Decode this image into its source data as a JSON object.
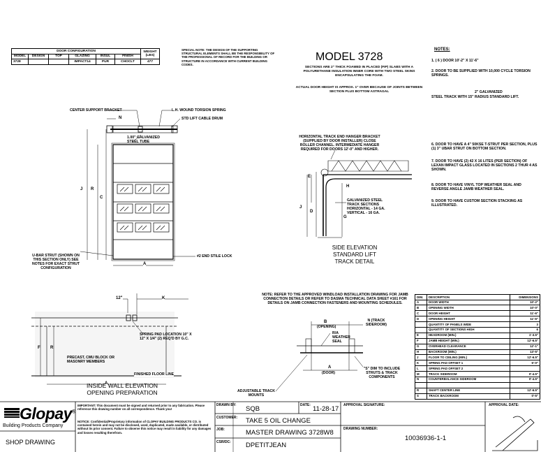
{
  "config": {
    "group_header": "DOOR CONFIGURATION",
    "headers": [
      "MODEL",
      "DESIGN",
      "TOP",
      "GLAZING",
      "INSUL",
      "FINISH",
      "WEIGHT (LBS)"
    ],
    "row": [
      "3728",
      "",
      "",
      "IMPACT14",
      "PUR",
      "CHOCLT",
      "477"
    ]
  },
  "special_note": "SPECIAL NOTE: THE DESIGN OF THE SUPPORTING STRUCTURAL ELEMENTS SHALL BE THE RESPONSIBILITY OF THE PROFESSIONAL OF RECORD FOR THE BUILDING OR STRUCTURE IN ACCORDANCE WITH CURRENT BUILDING CODES.",
  "model_title": "MODEL 3728",
  "model_desc": "SECTIONS ARE 2\" THICK FOAMED IN PLACED (FIP) SLABS WITH A POLYURETHANE INSULATION INNER CORE WITH TWO STEEL SKINS ENCAPSULATING THE FOAM.",
  "height_note": "ACTUAL DOOR HEIGHT IS APPROX. 1\" OVER BECAUSE OF JOINTS BETWEEN SECTION PLUS BOTTOM ASTRAGAL",
  "notes": {
    "title": "NOTES:",
    "items": [
      "1. ( 6 ) DOOR 10'-2\" X 11'-6\"",
      "2. DOOR TO BE SUPPLIED WITH 10,000 CYCLE TORSION SPRINGS.",
      "2\" GALVANIZED",
      "STEEL TRACK WITH 15\" RADIUS STANDARD LIFT.",
      "6. DOOR TO HAVE A 4\" 50KSE T-STRUT PER SECTION, PLUS (1) 3\" UBAR STRUT ON BOTTOM SECTION.",
      "7. DOOR TO HAVE (2) 42 X 16 LITES (PER SECTION) OF LEXAN IMPACT GLASS LOCATED IN SECTIONS 2 THUR 4 AS SHOWN.",
      "8. DOOR TO HAVE VINYL TOP WEATHER SEAL AND REVERSE ANGLE JAMB WEATHER SEAL.",
      "9. DOOR TO HAVE CUSTOM SECTION STACKING AS ILLUSTRATED."
    ]
  },
  "front": {
    "center_bracket": "CENTER SUPPORT BRACKET",
    "lh_spring": "L.H. WOUND TORSION SPRING",
    "cable_drum": "STD LIFT CABLE DRUM",
    "steel_tube": "1.00\" GALVANIZED STEEL TUBE",
    "ubar": "U-BAR STRUT (SHOWN ON THIS SECTION ONLY) SEE NOTES FOR EXACT STRUT CONFIGURATION",
    "end_stile": "#2 END STILE LOCK",
    "l_n": "N",
    "l_j": "J",
    "l_r": "R",
    "l_c": "C",
    "l_a": "A"
  },
  "side": {
    "bracket_note": "HORIZONTAL TRACK END HANGER BRACKET (SUPPLIED BY DOOR INSTALLER) CLOSE ROLLER CHANNEL. INTERMEDIATE HANGER REQUIRED FOR DOORS 12'-0\" AND HIGHER.",
    "track_note": "GALVANIZED STEEL TRACK SECTIONS HORIZONTAL - 14 GA. VERTICAL - 16 GA.",
    "caption1": "SIDE ELEVATION",
    "caption2": "STANDARD LIFT",
    "caption3": "TRACK DETAIL",
    "l_e": "E",
    "l_h": "H",
    "l_j": "J",
    "l_d": "D",
    "l_g": "G"
  },
  "wall": {
    "dim12": "12\"",
    "l_k": "K",
    "spring_pad": "SPRING PAD LOCATION 10\" X 12\" X 1/4\" (2) REQ'D BY G.C.",
    "block": "PRECAST, CMU BLOCK OR MASONRY MEMBERS",
    "floor": "FINISHED FLOOR LINE",
    "caption1": "INSIDE WALL ELEVATION",
    "caption2": "OPENING PREPARATION",
    "l_f": "F",
    "l_r": "R",
    "l_a": "A"
  },
  "plan": {
    "note": "NOTE: REFER TO THE APPROVED WINDLOAD INSTALLATION DRAWING FOR JAMB CONNECTION DETAILS OR REFER TO DASMA TECHNICAL DATA SHEET #161 FOR DETAILS ON JAMB CONNECTION FASTENERS AND MOUNTING SCHEDULES.",
    "l_b": "B",
    "opening": "(OPENING)",
    "n_track": "N (TRACK SIDEROOM)",
    "weather": "R/A WEATHER SEAL",
    "adjustable": "ADJUSTABLE TRACK MOUNTS",
    "l_a": "A",
    "door": "(DOOR)",
    "dim_s": "\"S\" DIM TO INCLUDE STRUTS & TRACK COMPONENTS"
  },
  "dimensions": {
    "headers": [
      "DIM.",
      "DESCRIPTION",
      "DIMENSIONS"
    ],
    "rows": [
      [
        "A",
        "DOOR WIDTH",
        "10'-2\""
      ],
      [
        "B",
        "OPENING WIDTH",
        "10'-0\""
      ],
      [
        "C",
        "DOOR HEIGHT",
        "11'-6\""
      ],
      [
        "D",
        "OPENING HEIGHT",
        "11'-6\""
      ],
      [
        "",
        "QUANTITY OF PANELS WIDE",
        "3"
      ],
      [
        "",
        "QUANTITY OF SECTIONS HIGH",
        "6"
      ],
      [
        "E",
        "HEADROOM (MIN.)",
        "1'-3.5\""
      ],
      [
        "F",
        "JAMB HEIGHT (MIN.)",
        "12'-6.5\""
      ],
      [
        "G",
        "OVERHEAD CLEARANCE",
        "12'-1\""
      ],
      [
        "H",
        "BACKROOM (MIN.)",
        "13'-5\""
      ],
      [
        "J",
        "FLOOR TO CEILING (MIN.)",
        "12'-6.5\""
      ],
      [
        "K",
        "SPRING PAD OFFSET 1",
        "5'-0\""
      ],
      [
        "L",
        "SPRING PAD OFFSET 2",
        ""
      ],
      [
        "M",
        "TRACK SIDEROOM",
        "0'-4.5\""
      ],
      [
        "N",
        "COUNTERBALANCE SIDEROOM",
        "0'-4.5\""
      ],
      [
        "",
        "",
        " "
      ],
      [
        "R",
        "SHAFT CENTER LINE",
        "12'-6.5\""
      ],
      [
        "S",
        "TRACK BACKROOM",
        "0'-5\""
      ]
    ]
  },
  "titleblock": {
    "logo": "Glopay",
    "reg": "®",
    "company": "Building Products Company",
    "shop": "SHOP DRAWING",
    "important": "IMPORTANT: This document must be signed and returned prior to any fabrication. Please reference this drawing number on all correspondence. Thank you!",
    "notice": "NOTICE: Confidential/Proprietary information of CLOPAY BUILDING PRODUCTS CO. is contained herein and may not be disclosed, used, duplicated, made available, or distributed without its prior consent. Failure to observe this notice may result in liability for any damages and losses resulting therefrom.",
    "drawn_by_label": "DRAWN BY:",
    "drawn_by": "SQB",
    "date_label": "DATE:",
    "date": "11-28-17",
    "customer_label": "CUSTOMER:",
    "customer": "TAKE 5 OIL CHANGE",
    "job_label": "JOB:",
    "job": "MASTER DRAWING 3728W8",
    "csr_label": "CSR/DC:",
    "csr": "DPETITJEAN",
    "approval_sig": "APPROVAL SIGNATURE:",
    "approval_date": "APPROVAL DATE:",
    "drawing_no_label": "DRAWING NUMBER:",
    "drawing_no": "10036936-1-1"
  }
}
